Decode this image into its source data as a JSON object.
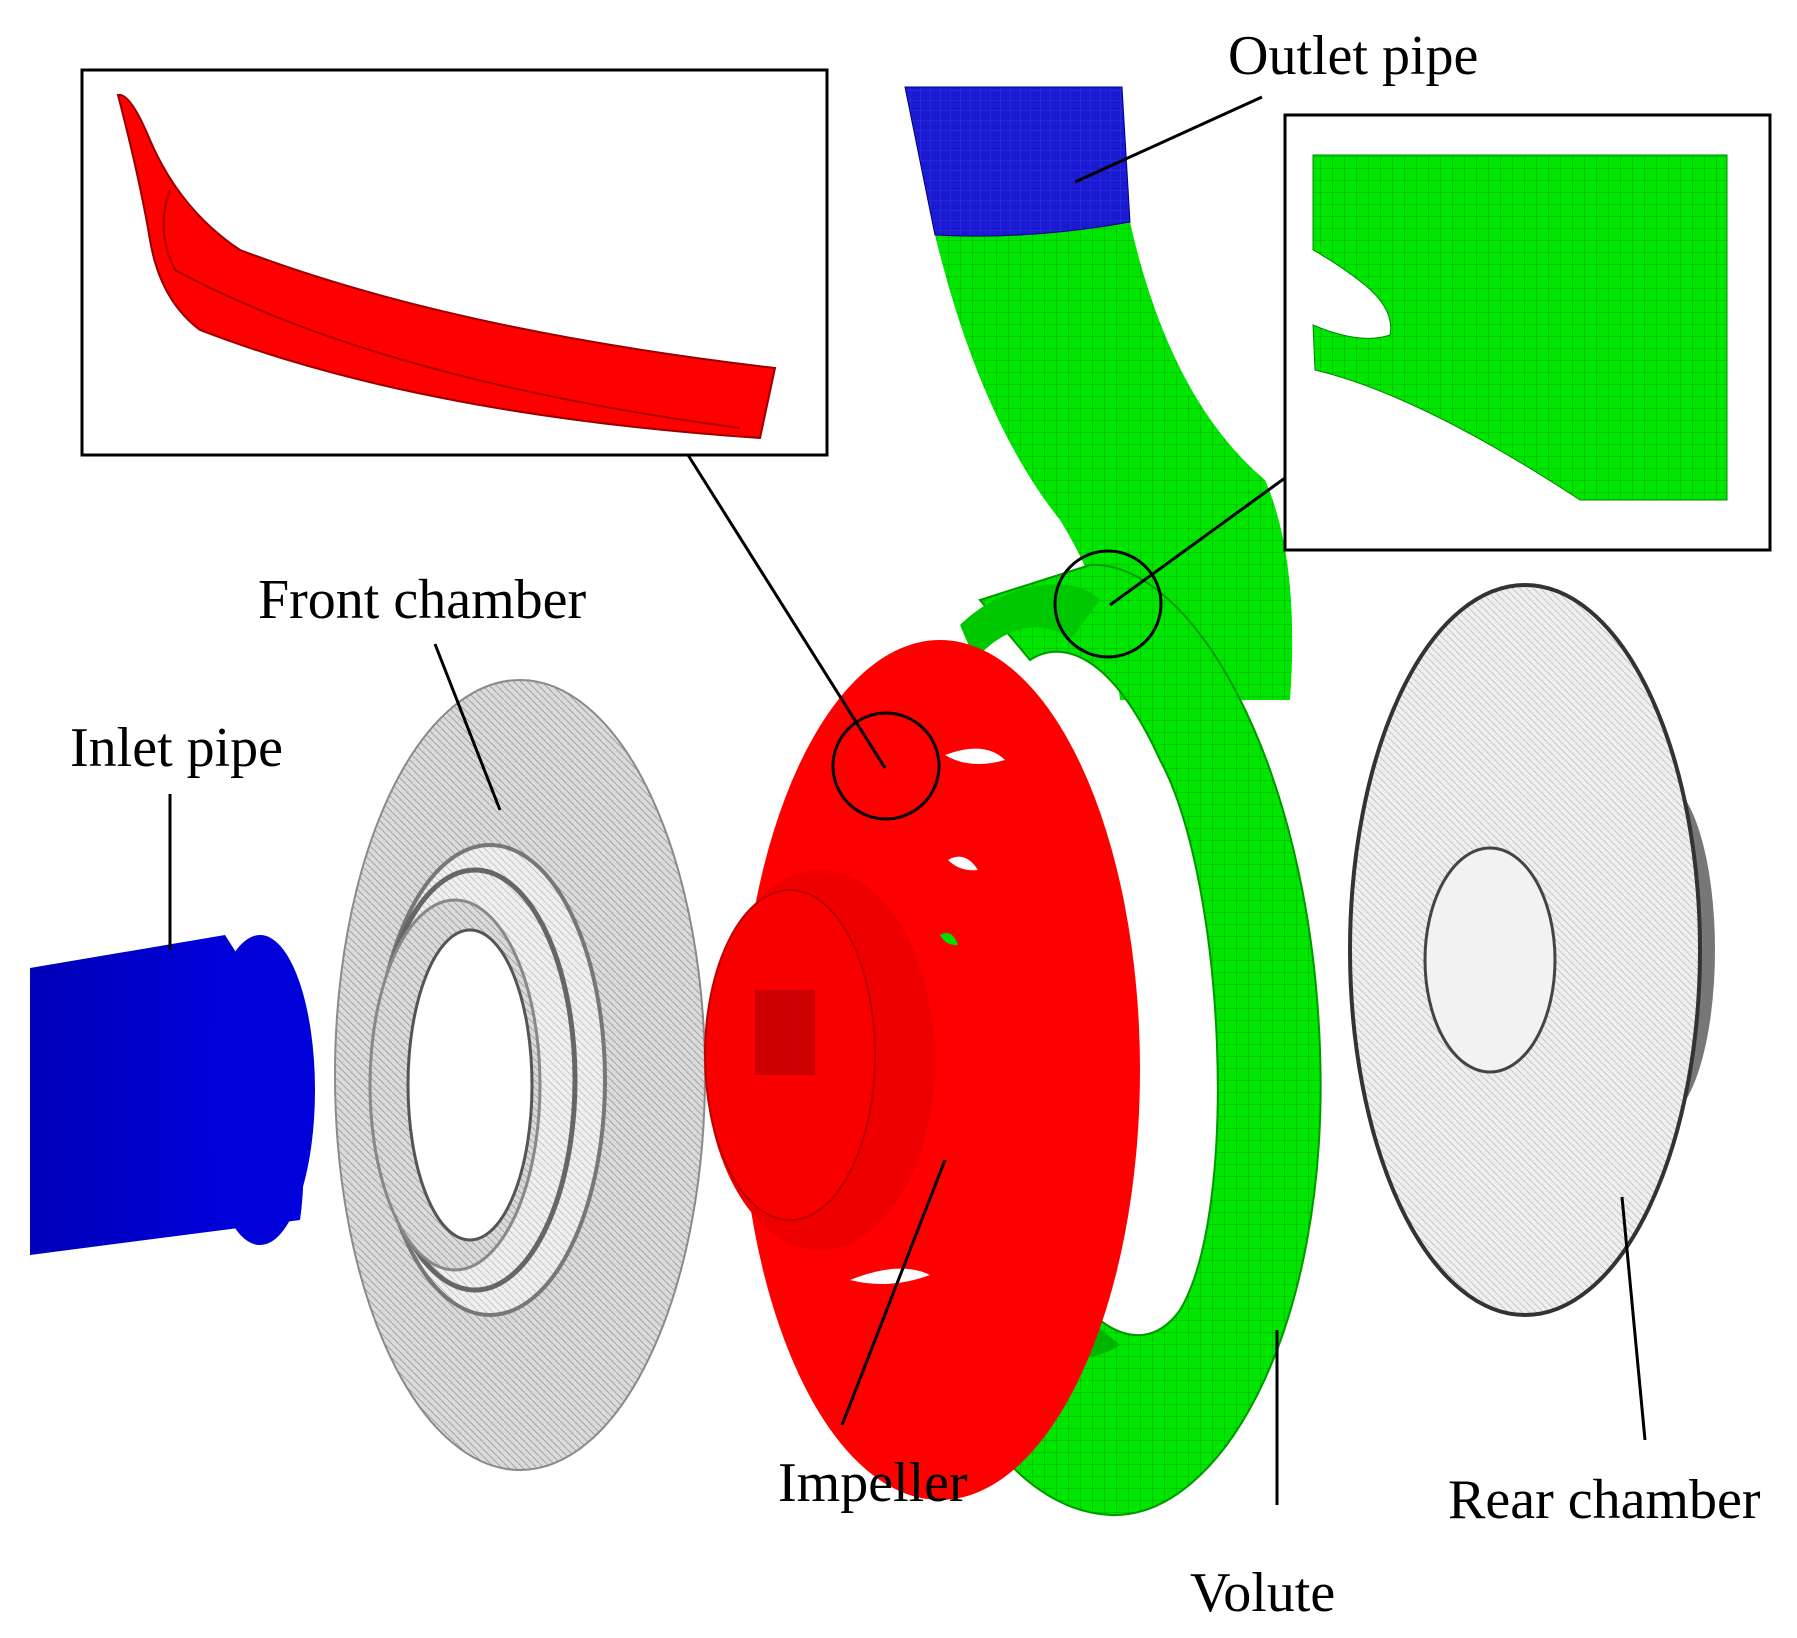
{
  "labels": {
    "outlet_pipe": "Outlet pipe",
    "front_chamber": "Front chamber",
    "inlet_pipe": "Inlet pipe",
    "impeller": "Impeller",
    "volute": "Volute",
    "rear_chamber": "Rear chamber"
  },
  "colors": {
    "pipe": "#0000cc",
    "impeller": "#ff0000",
    "volute": "#00ee00",
    "chamber": "#dcdcdc"
  }
}
